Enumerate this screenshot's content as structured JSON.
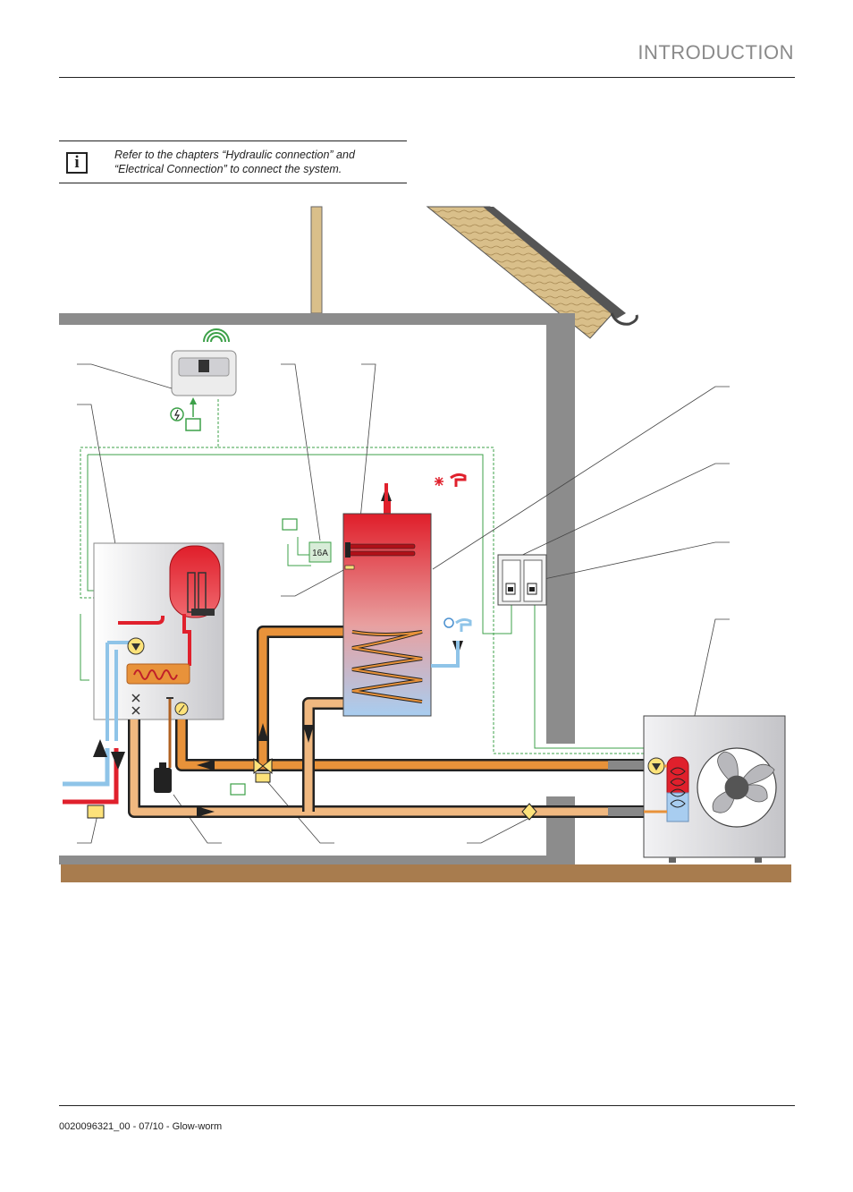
{
  "header": {
    "title": "INTRODUCTION"
  },
  "note": {
    "line1": "Refer to the chapters “Hydraulic connection” and",
    "line2": "“Electrical Connection” to connect the system.",
    "icon": "info-icon"
  },
  "diagram": {
    "fuse_label": "16A"
  },
  "footer": {
    "doc_ref": "0020096321_00 - 07/10 - Glow-worm"
  },
  "colors": {
    "hot_pipe": "#e0202c",
    "cold_pipe": "#8fc4e8",
    "insulated_pipe": "#e8923a",
    "control_wire": "#3ca048",
    "wall": "#8c8c8c",
    "ground": "#a87c4e"
  }
}
